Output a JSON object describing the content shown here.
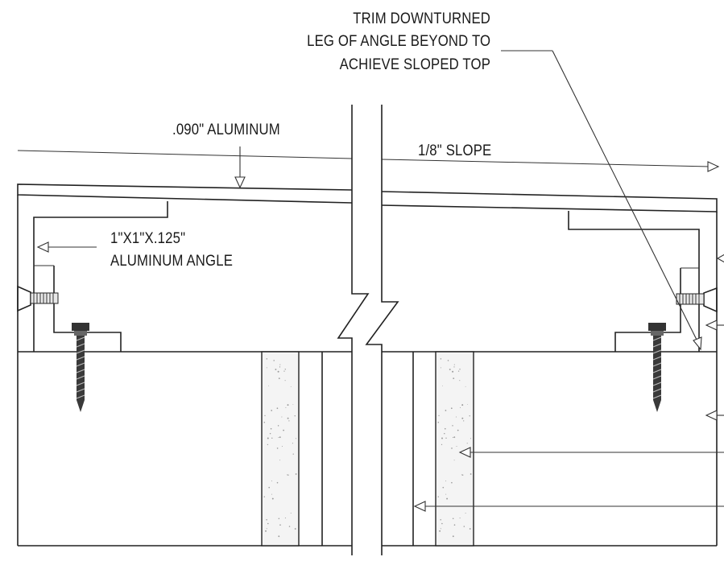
{
  "labels": {
    "trim_line1": "TRIM DOWNTURNED",
    "trim_line2": "LEG OF ANGLE BEYOND TO",
    "trim_line3": "ACHIEVE SLOPED TOP",
    "aluminum_sheet": ".090\" ALUMINUM",
    "slope": "1/8\" SLOPE",
    "angle_line1": "1\"X1\"X.125\"",
    "angle_line2": "ALUMINUM ANGLE"
  }
}
